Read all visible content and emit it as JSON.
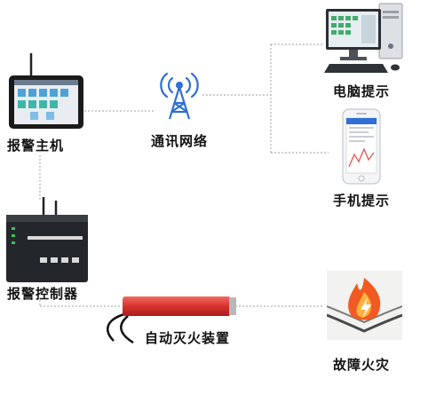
{
  "nodes": {
    "alarm_host": {
      "label": "报警主机"
    },
    "network": {
      "label": "通讯网络"
    },
    "pc": {
      "label": "电脑提示"
    },
    "phone": {
      "label": "手机提示"
    },
    "controller": {
      "label": "报警控制器"
    },
    "suppression": {
      "label": "自动灭火装置"
    },
    "fault_fire": {
      "label": "故障火灾"
    }
  },
  "colors": {
    "connector": "#b0b0b0",
    "accent_blue": "#2f6fd6",
    "device_dark": "#1e2226",
    "tube_red": "#d8322e",
    "flame": "#f15a22"
  }
}
